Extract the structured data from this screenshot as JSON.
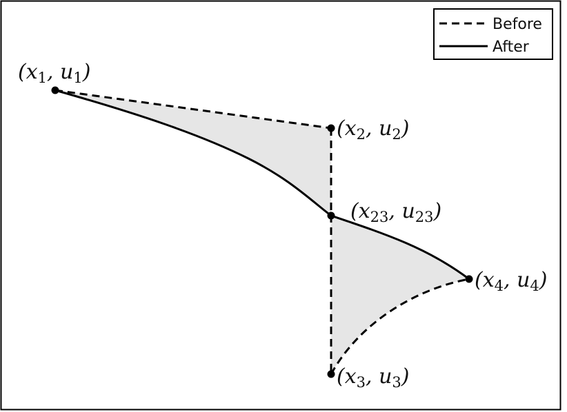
{
  "legend": {
    "before_label": "Before",
    "after_label": "After"
  },
  "points": [
    {
      "id": "p1",
      "name": "x",
      "sub1": "1",
      "sep": ", ",
      "name2": "u",
      "sub2": "1"
    },
    {
      "id": "p2",
      "name": "x",
      "sub1": "2",
      "sep": ", ",
      "name2": "u",
      "sub2": "2"
    },
    {
      "id": "p23",
      "name": "x",
      "sub1": "23",
      "sep": ", ",
      "name2": "u",
      "sub2": "23"
    },
    {
      "id": "p4",
      "name": "x",
      "sub1": "4",
      "sep": ", ",
      "name2": "u",
      "sub2": "4"
    },
    {
      "id": "p3",
      "name": "x",
      "sub1": "3",
      "sep": ", ",
      "name2": "u",
      "sub2": "3"
    }
  ],
  "colors": {
    "line": "#000000",
    "fill": "#e6e6e6",
    "frame": "#000000"
  }
}
